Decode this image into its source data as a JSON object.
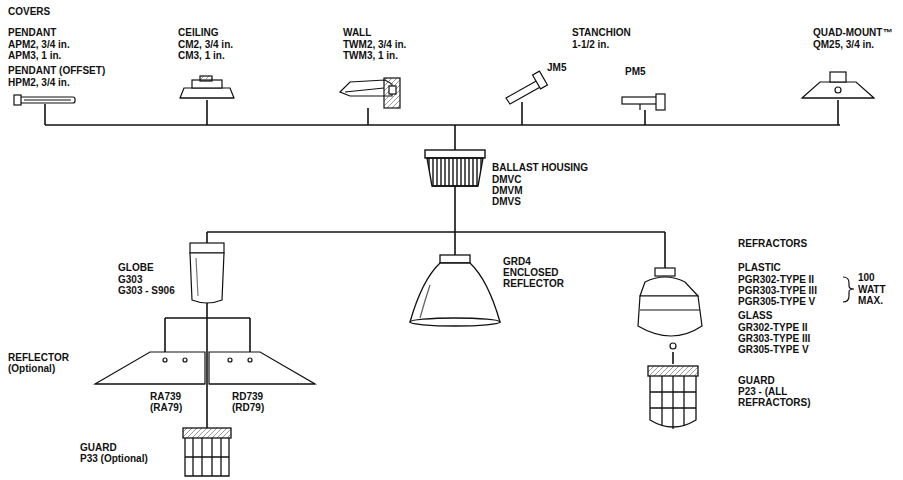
{
  "diagram": {
    "labels": [
      "COVERS",
      "PENDANT",
      "APM2, 3/4 in.",
      "APM3, 1 in.",
      "PENDANT (OFFSET)",
      "HPM2, 3/4 in.",
      "CEILING",
      "CM2, 3/4 in.",
      "CM3, 1 in.",
      "WALL",
      "TWM2, 3/4 in.",
      "TWM3, 1 in.",
      "STANCHION",
      "1-1/2 in.",
      "JM5",
      "PM5",
      "QUAD-MOUNT™",
      "QM25, 3/4 in.",
      "BALLAST HOUSING",
      "DMVC",
      "DMVM",
      "DMVS",
      "GLOBE",
      "G303",
      "G303 - S906",
      "GRD4",
      "ENCLOSED",
      "REFLECTOR",
      "REFRACTORS",
      "PLASTIC",
      "PGR302-TYPE II",
      "PGR303-TYPE III",
      "PGR305-TYPE V",
      "100",
      "WATT",
      "MAX.",
      "GLASS",
      "GR302-TYPE II",
      "GR303-TYPE III",
      "GR305-TYPE V",
      "GUARD",
      "P23 - (ALL",
      "REFRACTORS)",
      "REFLECTOR",
      "(Optional)",
      "RA739",
      "(RA79)",
      "RD739",
      "(RD79)",
      "GUARD",
      "P33 (Optional)"
    ]
  }
}
